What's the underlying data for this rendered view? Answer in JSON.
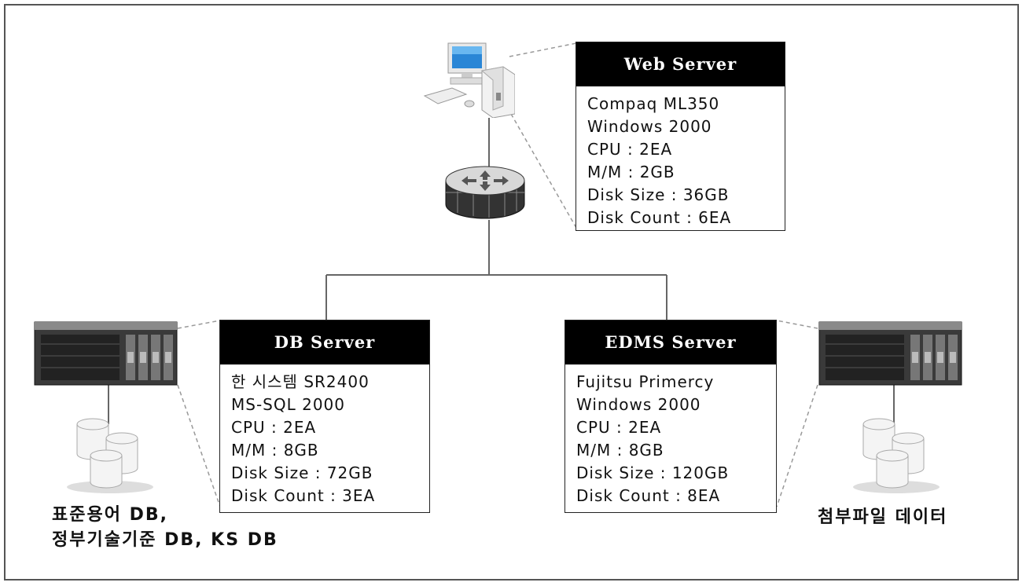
{
  "web_server": {
    "title": "Web Server",
    "specs": [
      "Compaq ML350",
      "Windows 2000",
      "CPU : 2EA",
      "M/M : 2GB",
      "Disk Size : 36GB",
      "Disk Count : 6EA"
    ]
  },
  "db_server": {
    "title": "DB Server",
    "specs": [
      "한 시스템 SR2400",
      "MS-SQL 2000",
      "CPU : 2EA",
      "M/M : 8GB",
      "Disk Size : 72GB",
      "Disk Count : 3EA"
    ],
    "caption": [
      "표준용어 DB,",
      "정부기술기준 DB, KS DB"
    ]
  },
  "edms_server": {
    "title": "EDMS Server",
    "specs": [
      "Fujitsu Primercy",
      "Windows 2000",
      "CPU : 2EA",
      "M/M : 8GB",
      "Disk Size : 120GB",
      "Disk Count : 8EA"
    ],
    "caption": [
      "첨부파일 데이터"
    ]
  },
  "icons": [
    "desktop-computer-icon",
    "router-icon",
    "rack-server-icon",
    "database-icon"
  ]
}
